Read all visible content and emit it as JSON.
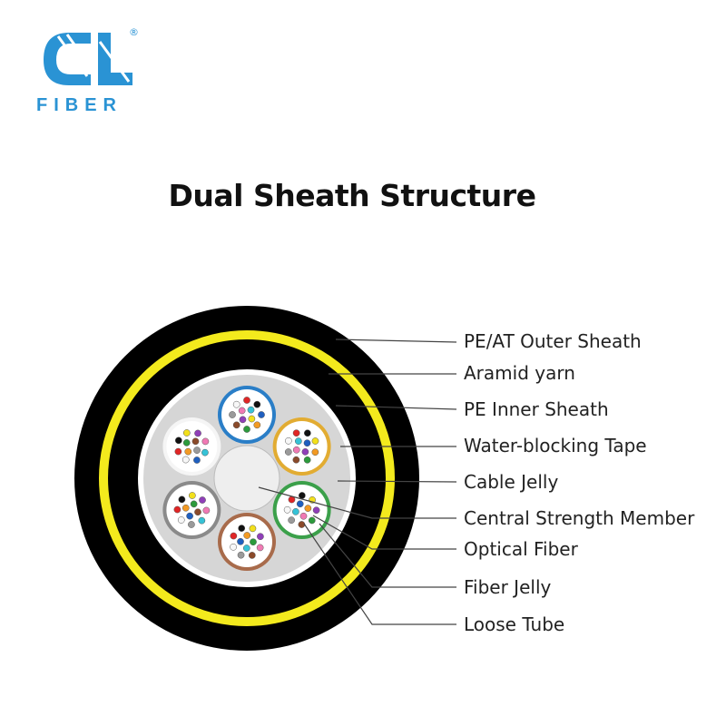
{
  "brand": {
    "name": "FIBER",
    "registered_mark": "®",
    "color": "#2a93d4"
  },
  "title": "Dual Sheath Structure",
  "colors": {
    "outer_sheath": "#000000",
    "aramid_yarn": "#f3ea1d",
    "inner_sheath": "#000000",
    "water_blocking_tape": "#ffffff",
    "cable_jelly": "#d6d6d6",
    "central_strength_member": "#eeeeee",
    "leader_line": "#444444"
  },
  "loose_tubes": [
    {
      "color": "#2a7ec7",
      "name": "blue"
    },
    {
      "color": "#e2ac32",
      "name": "orange"
    },
    {
      "color": "#3ba04a",
      "name": "green"
    },
    {
      "color": "#a86b4b",
      "name": "brown"
    },
    {
      "color": "#8a8a8a",
      "name": "slate"
    },
    {
      "color": "#f5f5f5",
      "name": "white"
    }
  ],
  "fiber_colors": [
    "#1f5fbf",
    "#f29a24",
    "#2c9a3c",
    "#8a4a2a",
    "#9a9a9a",
    "#f7f7f7",
    "#e02626",
    "#111111",
    "#f2e01c",
    "#8f3fb8",
    "#f07ab4",
    "#36c2d6"
  ],
  "labels": [
    "PE/AT Outer Sheath",
    "Aramid yarn",
    "PE Inner Sheath",
    "Water-blocking Tape",
    "Cable Jelly",
    "Central Strength Member",
    "Optical Fiber",
    "Fiber Jelly",
    "Loose Tube"
  ]
}
